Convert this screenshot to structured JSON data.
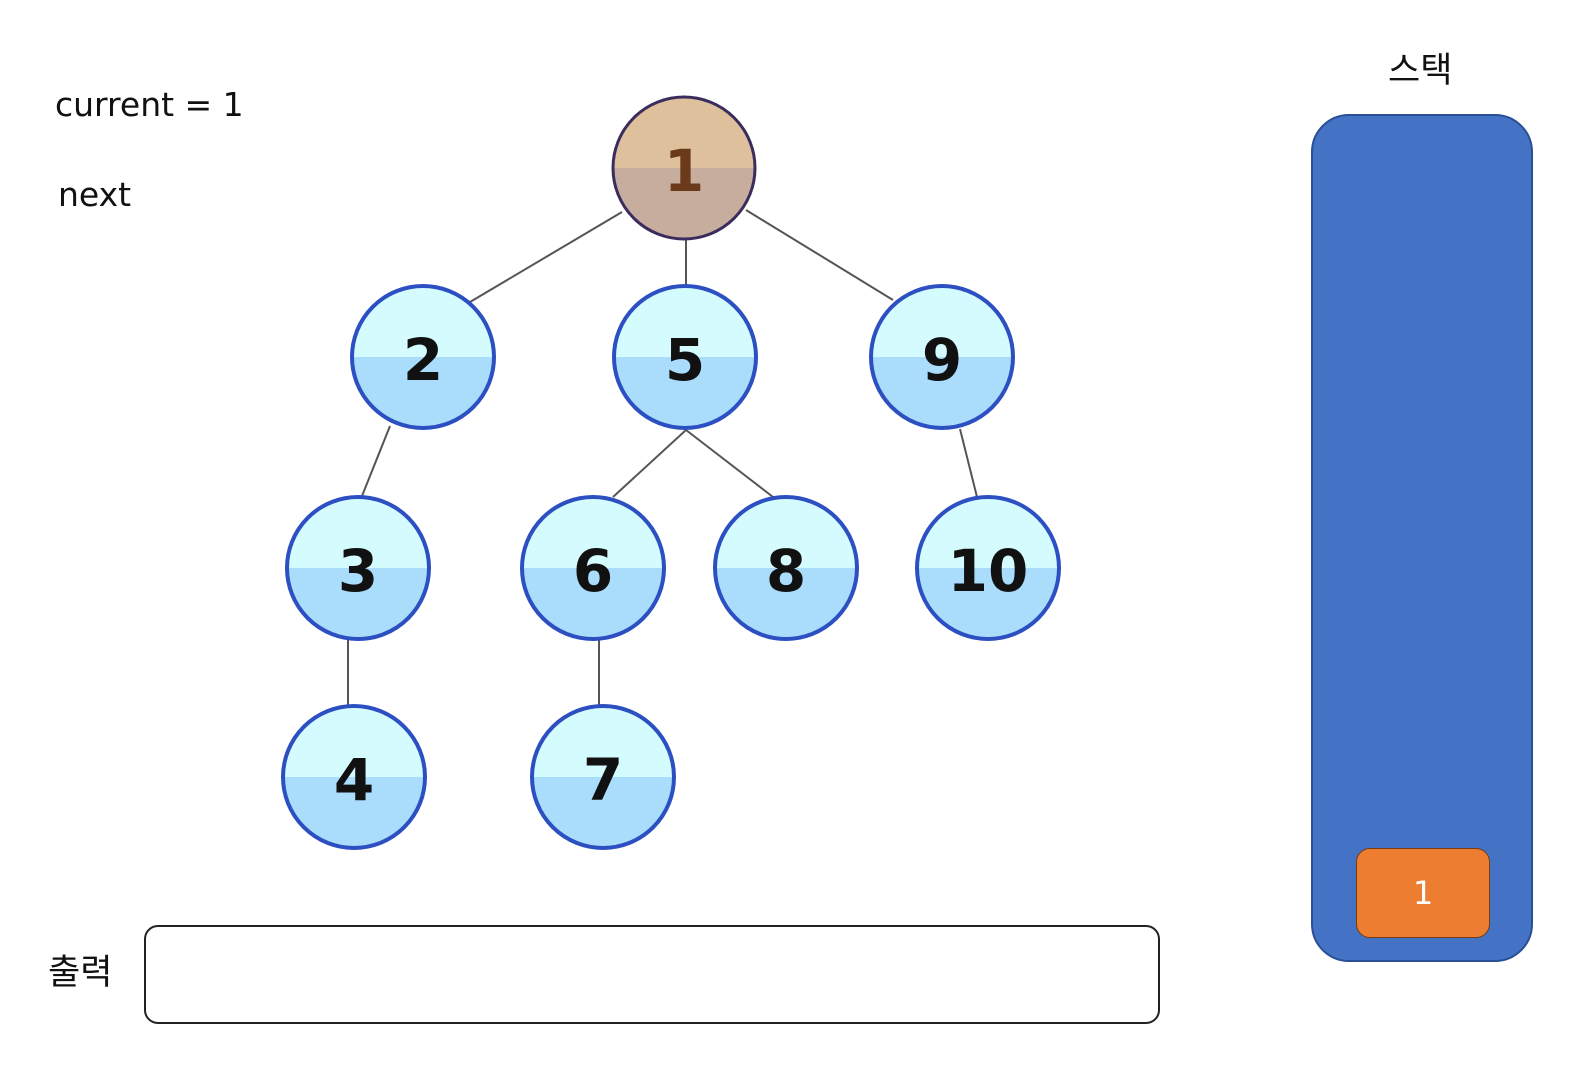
{
  "state": {
    "current_text": "current  =  1",
    "next_text": "next"
  },
  "tree": {
    "nodes": [
      {
        "id": "1",
        "label": "1",
        "state": "current",
        "parent": null
      },
      {
        "id": "2",
        "label": "2",
        "state": "unvisited",
        "parent": "1"
      },
      {
        "id": "5",
        "label": "5",
        "state": "unvisited",
        "parent": "1"
      },
      {
        "id": "9",
        "label": "9",
        "state": "unvisited",
        "parent": "1"
      },
      {
        "id": "3",
        "label": "3",
        "state": "unvisited",
        "parent": "2"
      },
      {
        "id": "6",
        "label": "6",
        "state": "unvisited",
        "parent": "5"
      },
      {
        "id": "8",
        "label": "8",
        "state": "unvisited",
        "parent": "5"
      },
      {
        "id": "10",
        "label": "10",
        "state": "unvisited",
        "parent": "9"
      },
      {
        "id": "4",
        "label": "4",
        "state": "unvisited",
        "parent": "3"
      },
      {
        "id": "7",
        "label": "7",
        "state": "unvisited",
        "parent": "6"
      }
    ],
    "colors": {
      "unvisited_top": "#d4fbfd",
      "unvisited_bottom": "#aadcfb",
      "unvisited_border": "#2c4fc2",
      "unvisited_text": "#111111",
      "current_top": "#dfc09c",
      "current_bottom": "#c7ad9d",
      "current_border": "#3a2c5c",
      "current_text": "#6b3a1a"
    }
  },
  "output": {
    "label": "출력",
    "value": ""
  },
  "stack": {
    "label": "스택",
    "items": [
      "1"
    ],
    "container_color": "#4472c4",
    "item_color": "#ed7d31"
  }
}
